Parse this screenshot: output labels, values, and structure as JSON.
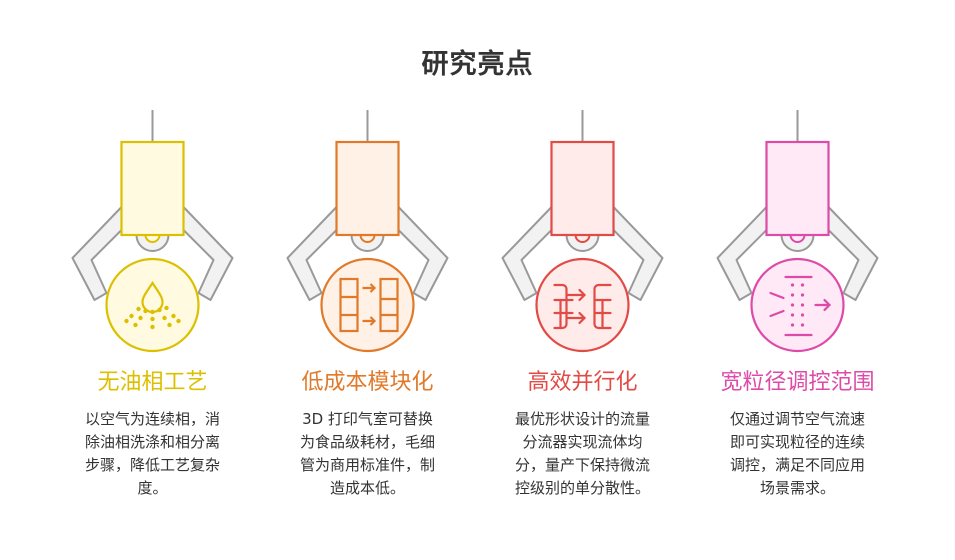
{
  "title": "研究亮点",
  "items": [
    {
      "heading": "无油相工艺",
      "color": "#dcc000",
      "fill": "#fffae0",
      "icon": "droplet-spray-icon",
      "lines": [
        "以空气为连续相，消",
        "除油相洗涤和相分离",
        "步骤，降低工艺复杂",
        "度。"
      ]
    },
    {
      "heading": "低成本模块化",
      "color": "#e07a2a",
      "fill": "#fff1e5",
      "icon": "modular-blocks-icon",
      "lines": [
        "3D 打印气室可替换",
        "为食品级耗材，毛细",
        "管为商用标准件，制",
        "造成本低。"
      ]
    },
    {
      "heading": "高效并行化",
      "color": "#e24a45",
      "fill": "#ffecea",
      "icon": "parallel-flow-icon",
      "lines": [
        "最优形状设计的流量",
        "分流器实现流体均",
        "分，量产下保持微流",
        "控级别的单分散性。"
      ]
    },
    {
      "heading": "宽粒径调控范围",
      "color": "#dd4aa8",
      "fill": "#ffe9f6",
      "icon": "airflow-particles-icon",
      "lines": [
        "仅通过调节空气流速",
        "即可实现粒径的连续",
        "调控，满足不同应用",
        "场景需求。"
      ]
    }
  ]
}
